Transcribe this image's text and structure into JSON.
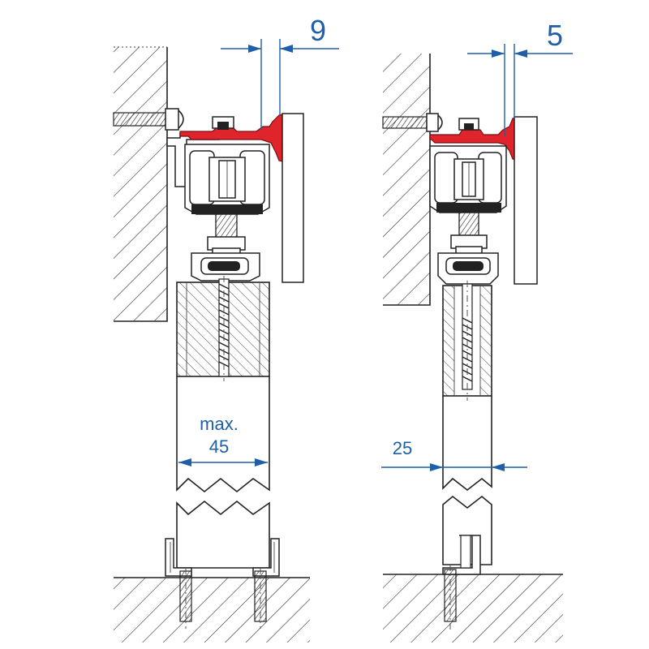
{
  "left_detail": {
    "gap_dimension": "9",
    "thickness_label_line1": "max.",
    "thickness_label_line2": "45"
  },
  "right_detail": {
    "gap_dimension": "5",
    "thickness_label": "25"
  },
  "colors": {
    "dimension_blue": "#1f5fa8",
    "profile_red": "#e0242b",
    "outline": "#222222"
  }
}
